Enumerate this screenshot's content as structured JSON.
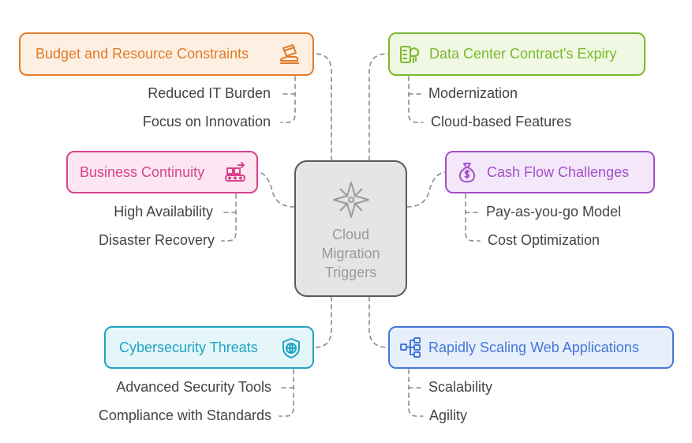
{
  "center": {
    "lines": [
      "Cloud",
      "Migration",
      "Triggers"
    ],
    "icon": "compass-icon"
  },
  "nodes": [
    {
      "label": "Budget and Resource Constraints",
      "icon": "credit-card-hand-icon",
      "color": "#e07b2a",
      "bg": "#fdf0e3",
      "items": [
        "Reduced IT Burden",
        "Focus on Innovation"
      ]
    },
    {
      "label": "Data Center Contract's Expiry",
      "icon": "server-cloud-icon",
      "color": "#7cb82f",
      "bg": "#f0f8e3",
      "items": [
        "Modernization",
        "Cloud-based Features"
      ]
    },
    {
      "label": "Business Continuity",
      "icon": "conveyor-icon",
      "color": "#d9428e",
      "bg": "#fbe6f1",
      "items": [
        "High Availability",
        "Disaster Recovery"
      ]
    },
    {
      "label": "Cash Flow Challenges",
      "icon": "money-bag-icon",
      "color": "#a350c8",
      "bg": "#f3e7f9",
      "items": [
        "Pay-as-you-go Model",
        "Cost Optimization"
      ]
    },
    {
      "label": "Cybersecurity Threats",
      "icon": "shield-globe-icon",
      "color": "#21a3c2",
      "bg": "#e5f6fa",
      "items": [
        "Advanced Security Tools",
        "Compliance with Standards"
      ]
    },
    {
      "label": "Rapidly Scaling Web Applications",
      "icon": "network-tree-icon",
      "color": "#4477d8",
      "bg": "#e7effb",
      "items": [
        "Scalability",
        "Agility"
      ]
    }
  ]
}
